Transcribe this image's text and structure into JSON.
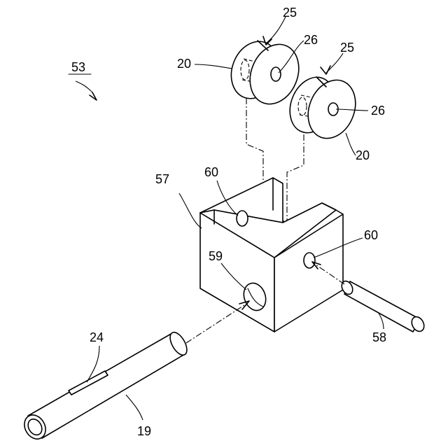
{
  "references": {
    "assembly": "53",
    "roller_left": "20",
    "roller_right": "20",
    "groove_left": "25",
    "groove_right": "25",
    "bore_left": "26",
    "bore_right": "26",
    "bracket": "57",
    "bracket_hole_upper": "60",
    "bracket_hole_side": "60",
    "bracket_hole_front": "59",
    "pin": "58",
    "tube": "19",
    "tube_slot": "24"
  },
  "colors": {
    "line": "#000000",
    "background": "#ffffff"
  }
}
